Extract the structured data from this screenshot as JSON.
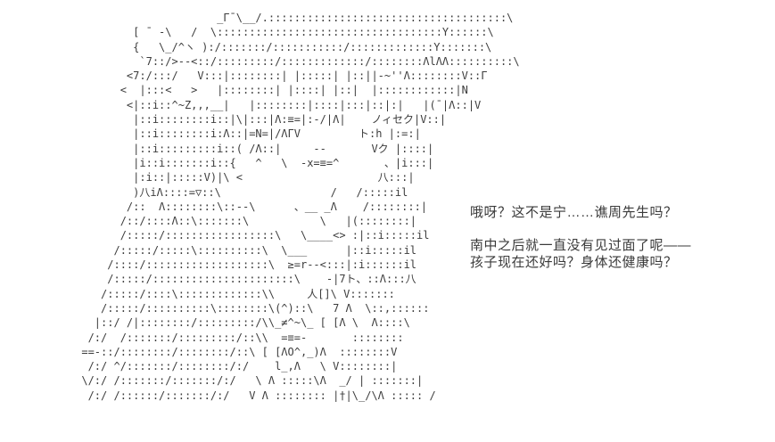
{
  "page": {
    "background_color": "#ffffff",
    "text_color": "#3a3a3a",
    "content_type": "ascii-art scene with dialogue"
  },
  "ascii_art": {
    "subject": "ascii-art character portrait (AA style)",
    "color": "#3d3d3d",
    "lines": [
      "                           _Γ¯\\__/.:::::::::::::::::::::::::::::::::::::\\",
      "              [ ¯ ‐\\   /  \\:::::::::::::::::::::::::::::::::::Y::::::\\",
      "              {   \\_/^ヽ ):/:::::::/:::::::::::/:::::::::::::Y:::::::\\",
      "               `7::/>--<::/:::::::::/:::::::::::::/::::::::ΛlΛΛ::::::::::\\",
      "             <7:/:::/   V:::|::::::::| |:::::| |::||-~''Λ::::::::V::Γ",
      "            <  |:::<   >   |::::::::| |::::| |::|  |::::::::::::|N",
      "             <|::i::^~Z,,,__|   |::::::::|::::|:::|::|:|   |(¯|Λ::|V",
      "              |::i::::::::i::|\\|:::|Λ:≡=|:-/|Λ|    ノィセク|V::|",
      "              |::i::::::::i:Λ::|=N=|/ΛΓV         ト:h |:=:|",
      "              |::i:::::::::i::( /Λ::|     --       Vク |::::|",
      "              |i::i:::::::i::{   ^   \\  -x=≡=^       、|i:::|",
      "              |:i::|:::::V)|\\ <                     八:::|",
      "              )八iΛ::::=▽::\\                 /   /:::::il",
      "             /::  Λ::::::::\\::--\\      、__ _Λ    /::::::::|",
      "            /::/::::Λ::\\:::::::\\           \\   |(::::::::|",
      "            /:::::/:::::::::::::::::\\   \\____<> :|::i:::::il",
      "           /:::::/:::::\\::::::::::\\  \\___      |::i:::::il",
      "          /::::/:::::::::::::::::::\\  ≥=r--<:::|:i::::::il",
      "          /:::::/::::::::::::::::::::::\\    -|7ト、::Λ:::八",
      "         /:::::/::::\\:::::::::::::\\\\     人[]\\ V:::::::",
      "         /:::::/::::::::::\\::::::::\\(^)::\\   7 Λ  \\::,::::::",
      "        |::/ /|::::::::/:::::::::/\\\\_≠^~\\_ [ [Λ \\  Λ::::\\",
      "       /:/  /:::::::/:::::::::/::\\\\  =≡=-       ::::::::",
      "      ==-::/::::::::/::::::::/::\\ [ [ΛO^,_)Λ  ::::::::V",
      "       /:/ ^/:::::::/::::::::/:/    l_,Λ   \\ V::::::::|",
      "      \\/:/ /:::::::/:::::::/:/   \\ Λ :::::\\Λ  _/ | :::::::|",
      "       /:/ /::::::/:::::::/:/   V Λ :::::::: |†|\\_/\\Λ ::::: /"
    ]
  },
  "dialogue": {
    "line1": "哦呀？这不是宁……谯周先生吗？",
    "line2": "南中之后就一直没有见过面了呢——",
    "line3": "孩子现在还好吗？身体还健康吗？"
  }
}
